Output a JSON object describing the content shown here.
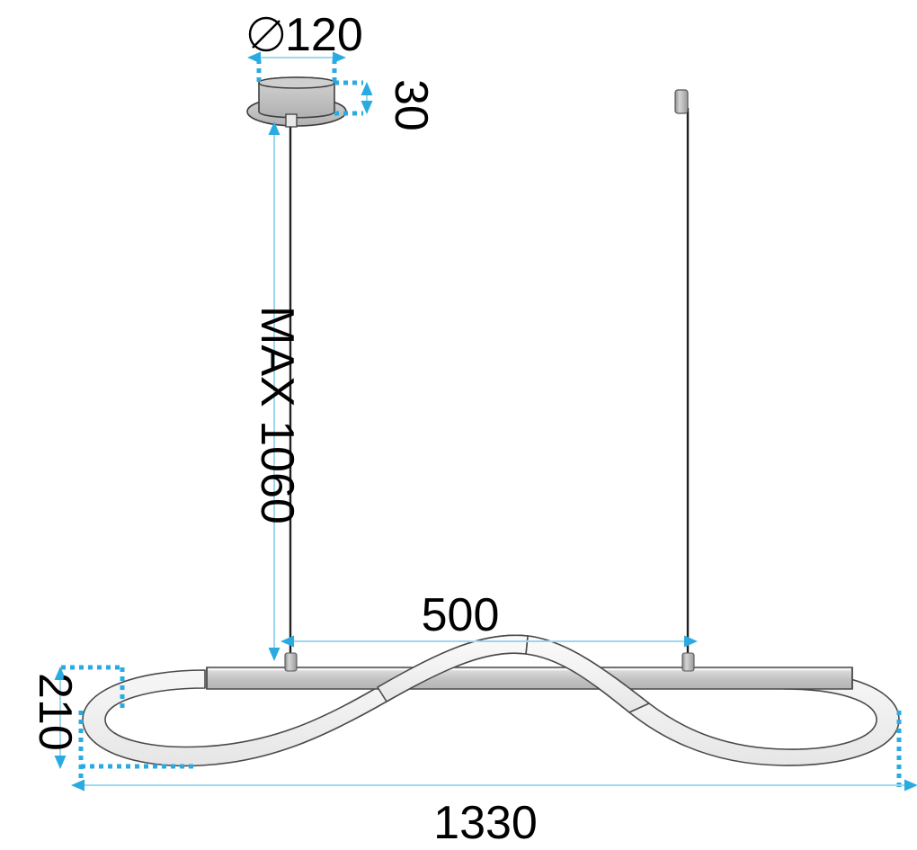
{
  "drawing": {
    "title": "LED pendant lamp technical dimension drawing",
    "units": "mm",
    "colors": {
      "dimension_blue": "#29ABE2",
      "dimension_line": "#9ed8ef",
      "outline": "#444444",
      "bar_fill": "#c9c9c9",
      "ribbon_fill": "#f2f2f2",
      "canopy_fill": "#bdbdbd",
      "cable": "#222222",
      "text": "#000000"
    }
  },
  "dimensions": {
    "canopy_diameter": {
      "symbol": "⌀",
      "value": "120",
      "label": "⌀120",
      "orientation": "horizontal",
      "position": "top-left-canopy"
    },
    "canopy_height": {
      "value": "30",
      "label": "30",
      "orientation": "vertical-rotated",
      "position": "right-of-canopy"
    },
    "max_drop": {
      "value": "MAX 1060",
      "label": "MAX 1060",
      "orientation": "vertical-rotated",
      "position": "left-of-cable"
    },
    "mount_spacing": {
      "value": "500",
      "label": "500",
      "orientation": "horizontal",
      "position": "between-cables"
    },
    "body_depth": {
      "value": "210",
      "label": "210",
      "orientation": "vertical-rotated",
      "position": "left-of-lamp"
    },
    "body_width": {
      "value": "1330",
      "label": "1330",
      "orientation": "horizontal",
      "position": "bottom"
    }
  },
  "parts": {
    "canopy": "ceiling-canopy",
    "cable_left": "suspension-cable-left",
    "cable_right": "suspension-cable-right",
    "connector_left": "cable-connector-left",
    "connector_right": "cable-connector-right",
    "bar": "led-bar",
    "ribbon": "wave-ribbon-body"
  }
}
